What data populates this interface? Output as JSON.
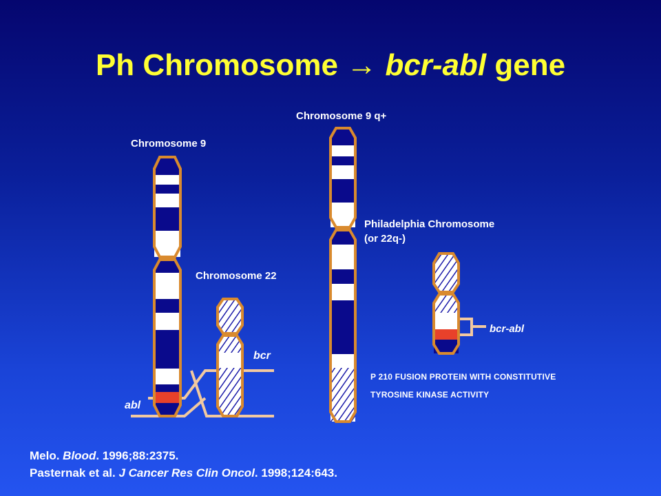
{
  "title": {
    "prefix": "Ph Chromosome → ",
    "gene_italic": "bcr-abl",
    "suffix": " gene"
  },
  "labels": {
    "chromosome_9": "Chromosome 9",
    "chromosome_22": "Chromosome 22",
    "chromosome_9q": "Chromosome 9 q+",
    "philadelphia_line1": "Philadelphia Chromosome",
    "philadelphia_line2": "(or 22q-)",
    "abl": "abl",
    "bcr": "bcr",
    "bcr_abl": "bcr-abl",
    "protein_line1": "P 210 FUSION PROTEIN WITH CONSTITUTIVE",
    "protein_line2": "TYROSINE KINASE ACTIVITY"
  },
  "references": [
    {
      "author": "Melo. ",
      "journal": "Blood",
      "rest": ". 1996;88:2375."
    },
    {
      "author": "Pasternak et al. ",
      "journal": "J Cancer Res Clin Oncol",
      "rest": ". 1998;124:643."
    }
  ],
  "colors": {
    "background_top": "#05066f",
    "background_bottom": "#2454f0",
    "title": "#ffff33",
    "chromosome_outline": "#d98a2e",
    "band_dark": "#0a0a8c",
    "band_light": "#ffffff",
    "gene_marker": "#e8412a",
    "breakpoint_line": "#f2c9a0"
  }
}
